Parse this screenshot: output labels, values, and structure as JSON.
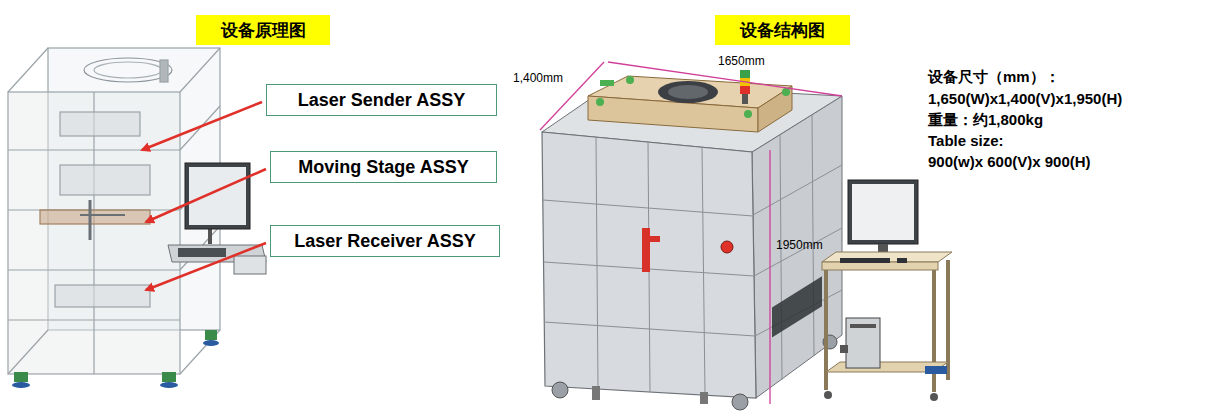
{
  "diagram": {
    "nodes": [
      {
        "text": [
          "设备原理图"
        ]
      },
      {
        "text": [
          "设备结构图"
        ]
      },
      {
        "text": [
          "Laser Sender ASSY"
        ]
      },
      {
        "text": [
          "Moving Stage ASSY"
        ]
      },
      {
        "text": [
          "Laser Receiver ASSY"
        ]
      }
    ],
    "labels": [
      "1,400mm",
      "1650mm",
      "1950mm",
      "设备尺寸（mm）：",
      "1,650(W)x1,400(V)x1,950(H)",
      "重量：约1,800kg",
      "Table size:",
      "900(w)x 600(V)x 900(H)"
    ]
  }
}
